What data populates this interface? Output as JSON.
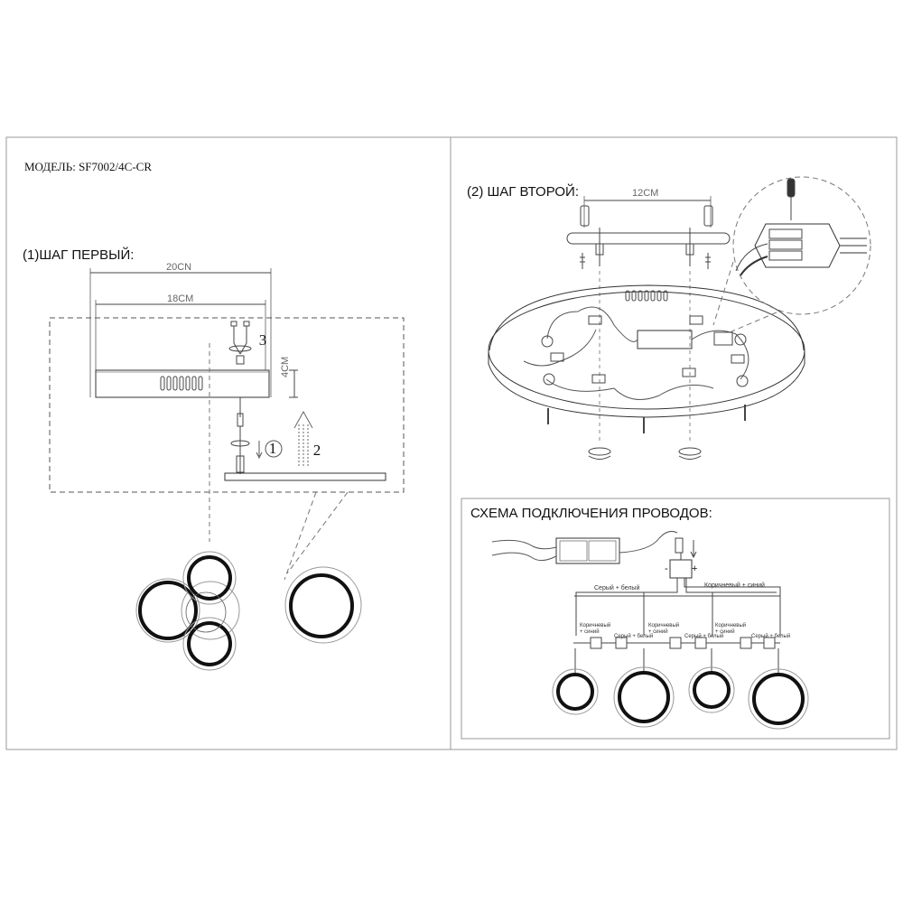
{
  "model_label": "МОДЕЛЬ: SF7002/4C-CR",
  "step1": {
    "title": "(1)ШАГ ПЕРВЫЙ:",
    "dim_outer": "20CN",
    "dim_inner": "18CM",
    "dim_height": "4CM",
    "markers": [
      "3",
      "1",
      "2"
    ]
  },
  "step2": {
    "title": "(2) ШАГ ВТОРОЙ:",
    "dim_spacing": "12CM"
  },
  "wiring": {
    "title": "СХЕМА ПОДКЛЮЧЕНИЯ ПРОВОДОВ:",
    "minus": "-",
    "plus": "+",
    "label_gray_white": "Серый + белый",
    "label_brown_blue": "Коричневый + синий",
    "small_brown_blue_1": "Коричневый",
    "small_brown_blue_2": "+ синий",
    "small_gray_white": "Серый + белый"
  },
  "colors": {
    "line": "#444444",
    "ring": "#111111",
    "frame": "#999999"
  }
}
